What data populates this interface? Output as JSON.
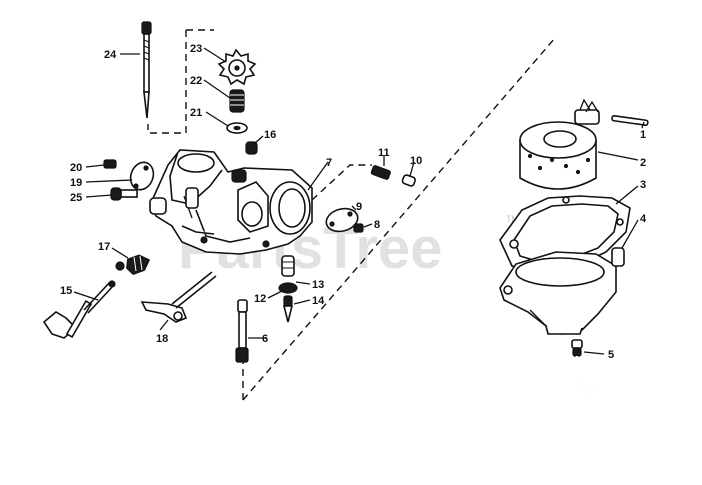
{
  "watermark": {
    "text": "PartsTree",
    "trademark": "TM"
  },
  "callouts": [
    {
      "id": "c1",
      "label": "1"
    },
    {
      "id": "c2",
      "label": "2"
    },
    {
      "id": "c3",
      "label": "3"
    },
    {
      "id": "c4",
      "label": "4"
    },
    {
      "id": "c5",
      "label": "5"
    },
    {
      "id": "c6",
      "label": "6"
    },
    {
      "id": "c7",
      "label": "7"
    },
    {
      "id": "c8",
      "label": "8"
    },
    {
      "id": "c9",
      "label": "9"
    },
    {
      "id": "c10",
      "label": "10"
    },
    {
      "id": "c11",
      "label": "11"
    },
    {
      "id": "c12",
      "label": "12"
    },
    {
      "id": "c13",
      "label": "13"
    },
    {
      "id": "c14",
      "label": "14"
    },
    {
      "id": "c15",
      "label": "15"
    },
    {
      "id": "c16",
      "label": "16"
    },
    {
      "id": "c17",
      "label": "17"
    },
    {
      "id": "c18",
      "label": "18"
    },
    {
      "id": "c19",
      "label": "19"
    },
    {
      "id": "c20",
      "label": "20"
    },
    {
      "id": "c21",
      "label": "21"
    },
    {
      "id": "c22",
      "label": "22"
    },
    {
      "id": "c23",
      "label": "23"
    },
    {
      "id": "c24",
      "label": "24"
    },
    {
      "id": "c25",
      "label": "25"
    }
  ]
}
